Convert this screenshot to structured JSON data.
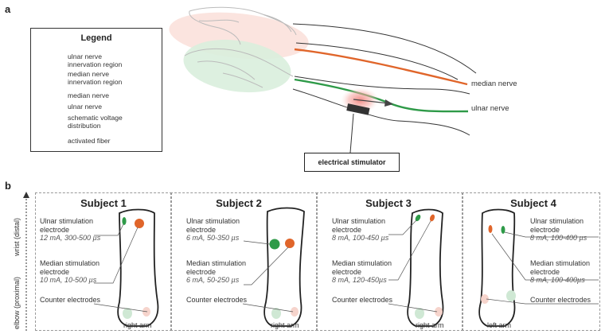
{
  "panel_a": {
    "letter": "a"
  },
  "panel_b": {
    "letter": "b"
  },
  "legend": {
    "title": "Legend",
    "items": [
      {
        "label_line1": "ulnar nerve",
        "label_line2": "innervation region",
        "swatch": "ulnar-region",
        "color": "#d9eedd"
      },
      {
        "label_line1": "median nerve",
        "label_line2": "innervation region",
        "swatch": "median-region",
        "color": "#fbe1dc"
      },
      {
        "label_line1": "median nerve",
        "label_line2": "",
        "swatch": "median-line",
        "color": "#e0652a"
      },
      {
        "label_line1": "ulnar nerve",
        "label_line2": "",
        "swatch": "ulnar-line",
        "color": "#2e9a48"
      },
      {
        "label_line1": "schematic voltage",
        "label_line2": "distribution",
        "swatch": "voltage",
        "color": "#ee8c86"
      },
      {
        "label_line1": "activated fiber",
        "label_line2": "",
        "swatch": "arrow",
        "color": "#444444"
      }
    ]
  },
  "nerve_labels": {
    "median": "median nerve",
    "ulnar": "ulnar nerve"
  },
  "stimulator_label": "electrical stimulator",
  "axis": {
    "top": "wrist (distal)",
    "bottom": "elbow (proximal)"
  },
  "subjects": [
    {
      "title": "Subject 1",
      "ulnar_label_1": "Ulnar stimulation",
      "ulnar_label_2": "electrode",
      "ulnar_params": "12 mA, 300-500 µs",
      "median_label_1": "Median stimulation",
      "median_label_2": "electrode",
      "median_params": "10 mA, 10-500 µs",
      "counter_label": "Counter electrodes",
      "arm": "right arm"
    },
    {
      "title": "Subject 2",
      "ulnar_label_1": "Ulnar stimulation",
      "ulnar_label_2": "electrode",
      "ulnar_params": "6 mA, 50-350 µs",
      "median_label_1": "Median stimulation",
      "median_label_2": "electrode",
      "median_params": "6 mA, 50-250 µs",
      "counter_label": "Counter electrodes",
      "arm": "right arm"
    },
    {
      "title": "Subject 3",
      "ulnar_label_1": "Ulnar stimulation",
      "ulnar_label_2": "electrode",
      "ulnar_params": "8 mA, 100-450 µs",
      "median_label_1": "Median stimulation",
      "median_label_2": "electrode",
      "median_params": "8 mA, 120-450µs",
      "counter_label": "Counter electrodes",
      "arm": "right arm"
    },
    {
      "title": "Subject 4",
      "ulnar_label_1": "Ulnar stimulation",
      "ulnar_label_2": "electrode",
      "ulnar_params": "8 mA, 100-400 µs",
      "median_label_1": "Median stimulation",
      "median_label_2": "electrode",
      "median_params": "8 mA, 100-400µs",
      "counter_label": "Counter electrodes",
      "arm": "left arm"
    }
  ],
  "colors": {
    "median": "#e0652a",
    "ulnar": "#2e9a48",
    "median_soft": "#f6c7bd",
    "ulnar_soft": "#cfe8d4",
    "median_region": "#fbe1dc",
    "ulnar_region": "#d9eedd"
  }
}
